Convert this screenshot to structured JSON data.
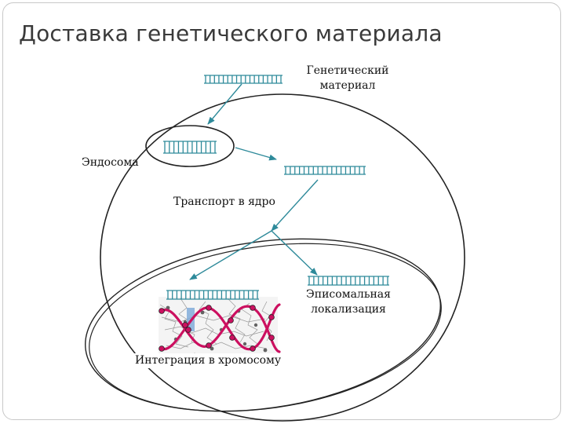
{
  "title": "Доставка генетического материала",
  "labels": {
    "genetic_material_line1": "Генетический",
    "genetic_material_line2": "материал",
    "endosome": "Эндосома",
    "nuclear_transport": "Транспорт в ядро",
    "episomal_line1": "Эписомальная",
    "episomal_line2": "локализация",
    "chromosome_integration": "Интеграция в хромосому"
  },
  "colors": {
    "dna": "#2e8a9a",
    "outline": "#222222",
    "chromosome_accent": "#cc1060",
    "frame": "#c8c8c8"
  }
}
